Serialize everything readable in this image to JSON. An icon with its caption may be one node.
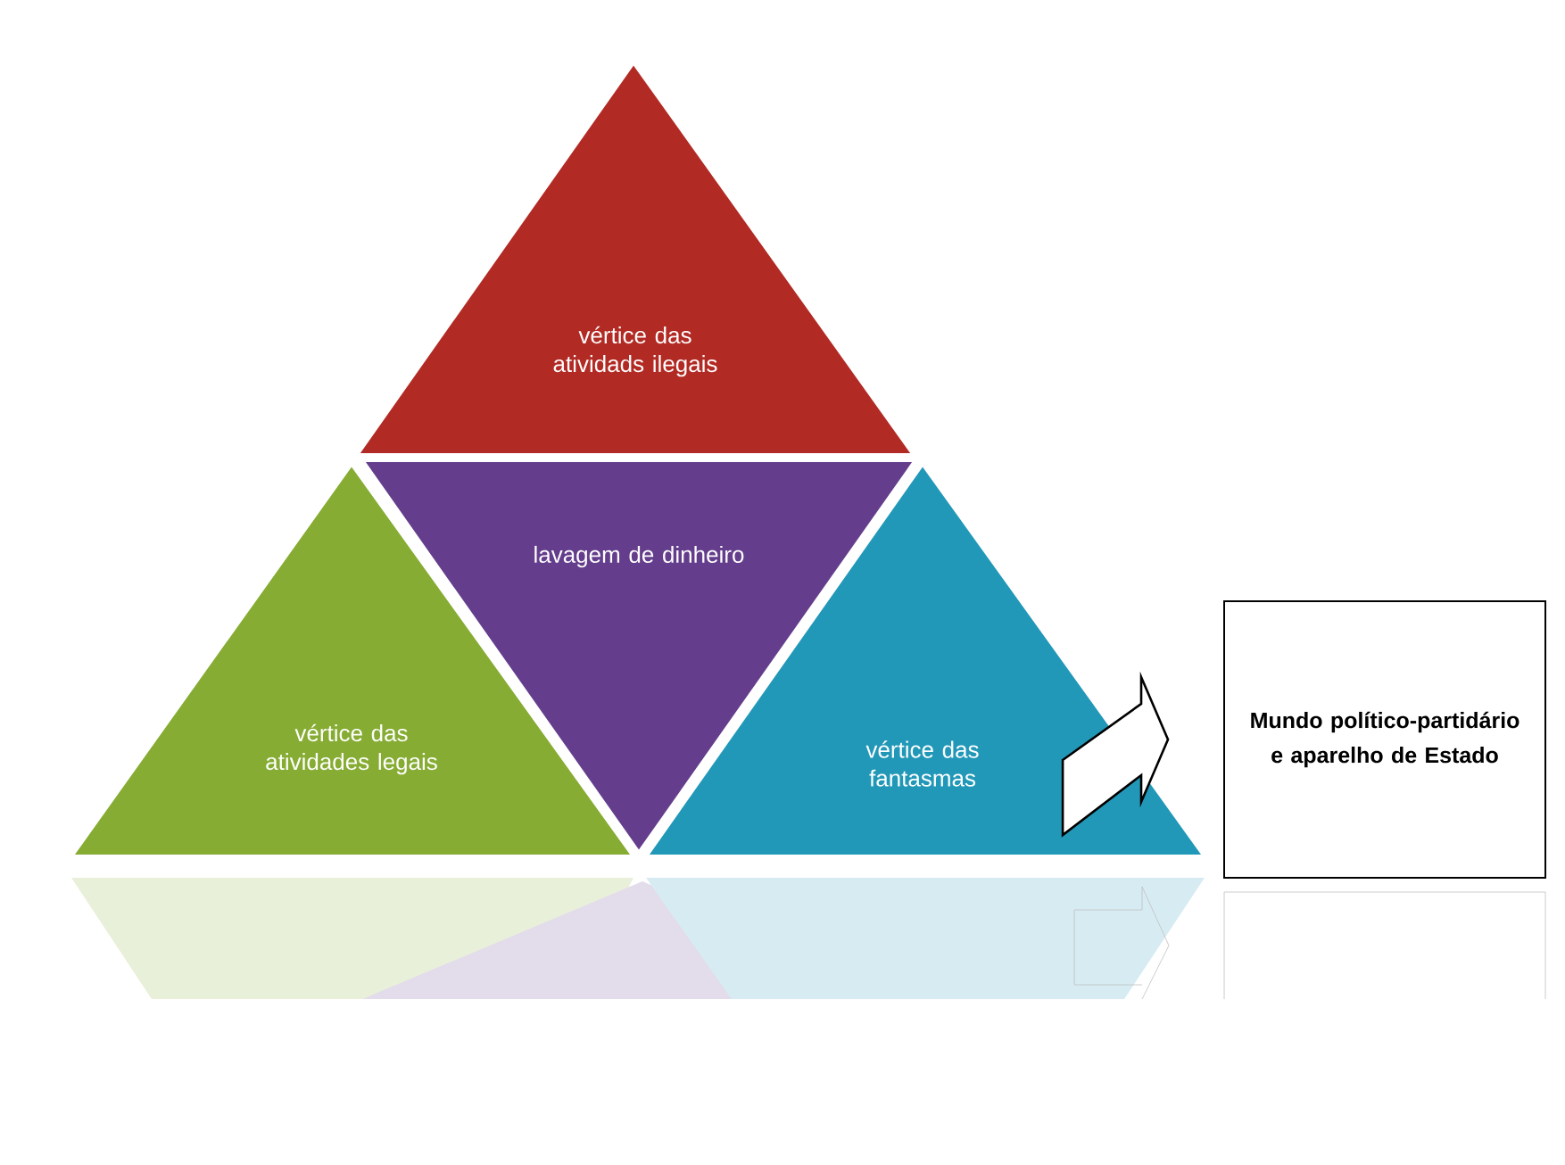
{
  "diagram": {
    "nodes": [
      {
        "text": [
          "vértice das atividads ilegais"
        ]
      },
      {
        "text": [
          "vértice das atividades legais"
        ]
      },
      {
        "text": [
          "lavagem de dinheiro"
        ]
      },
      {
        "text": [
          "vértice das fantasmas"
        ]
      },
      {
        "text": [
          "Mundo político-partidário e aparelho de Estado"
        ]
      }
    ],
    "edges": [
      {
        "from": 3,
        "to": 4,
        "arrow": "to"
      }
    ]
  }
}
